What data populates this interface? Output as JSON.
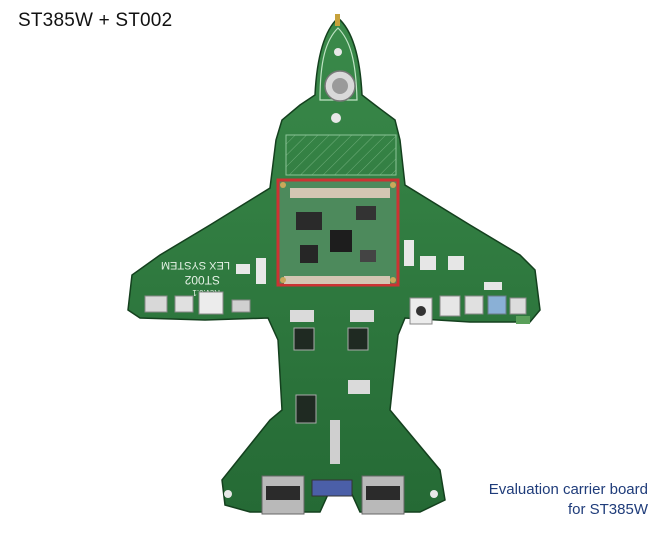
{
  "title": "ST385W + ST002",
  "board_silkscreen": {
    "brand": "LEX SYSTEM",
    "model": "ST002",
    "revision": "Rev:0.1"
  },
  "caption": {
    "line1": "Evaluation carrier board",
    "line2": "for ST385W"
  },
  "colors": {
    "pcb_green": "#2d7a3e",
    "pcb_dark": "#1e5a2c",
    "caption_blue": "#1f3c7a",
    "module_board": "#3f7a52",
    "connector_red": "#9b2a2a"
  }
}
